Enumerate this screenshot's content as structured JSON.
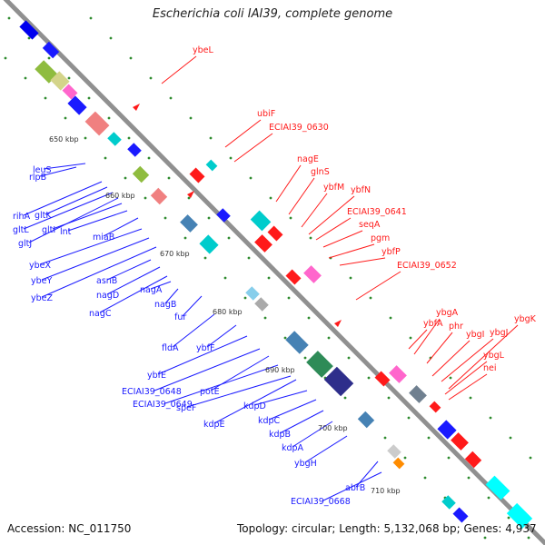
{
  "title": "Escherichia coli IAI39, complete genome",
  "accession": "Accession: NC_011750",
  "summary": "Topology: circular; Length: 5,132,068 bp; Genes: 4,937",
  "kbp_marks": [
    "650 kbp",
    "660 kbp",
    "670 kbp",
    "680 kbp",
    "690 kbp",
    "700 kbp",
    "710 kbp"
  ],
  "colors": {
    "forward": "#1a1aff",
    "reverse": "#ff1a1a",
    "backbone": "#8f8f8f",
    "dots": "#2e8b2e"
  },
  "labels": {
    "forward": [
      "ybeL",
      "ubiF",
      "ECIAI39_0630",
      "nagE",
      "glnS",
      "ybfM",
      "ybfN",
      "ECIAI39_0641",
      "seqA",
      "pgm",
      "ybfP",
      "ECIAI39_0652",
      "ybfA",
      "ybgA",
      "phr",
      "ybgI",
      "ybgJ",
      "ybgK",
      "ybgL",
      "nei"
    ],
    "reverse": [
      "rlpB",
      "leuS",
      "rihA",
      "gltK",
      "gltL",
      "gltJ",
      "gltI",
      "lnt",
      "miaB",
      "ybeX",
      "ybeY",
      "ybeZ",
      "asnB",
      "nagD",
      "nagC",
      "nagA",
      "nagB",
      "fur",
      "fldA",
      "ybfF",
      "ybfE",
      "ECIAI39_0648",
      "potE",
      "ECIAI39_0649",
      "speF",
      "kdpE",
      "kdpD",
      "kdpC",
      "kdpB",
      "kdpA",
      "ybgH",
      "abrB",
      "ECIAI39_0668"
    ]
  }
}
